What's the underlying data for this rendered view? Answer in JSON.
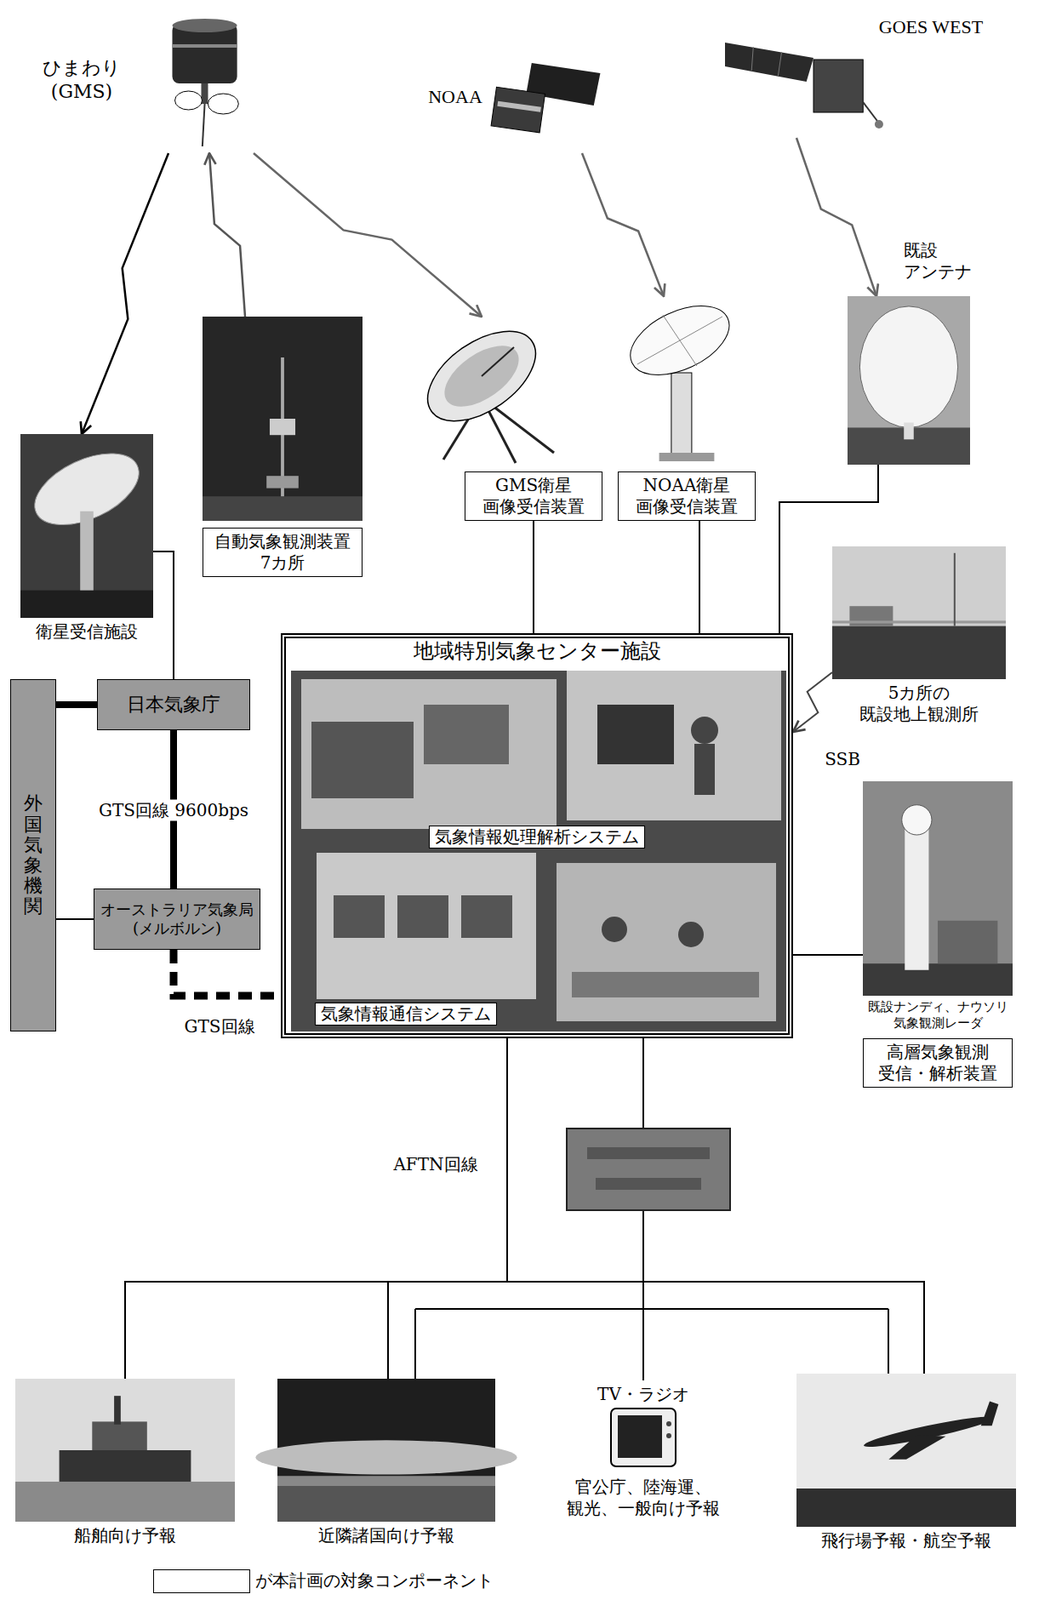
{
  "diagram": {
    "nodes": [
      {
        "text": [
          "ひまわり (GMS)"
        ]
      },
      {
        "text": [
          "NOAA"
        ]
      },
      {
        "text": [
          "GOES WEST"
        ]
      },
      {
        "text": [
          "既設 アンテナ"
        ]
      },
      {
        "text": [
          "自動気象観測装置 7カ所"
        ]
      },
      {
        "text": [
          "GMS衛星 画像受信装置"
        ]
      },
      {
        "text": [
          "NOAA衛星 画像受信装置"
        ]
      },
      {
        "text": [
          "衛星受信施設"
        ]
      },
      {
        "text": [
          "5カ所の 既設地上観測所"
        ]
      },
      {
        "text": [
          "地域特別気象センター施設"
        ]
      },
      {
        "text": [
          "気象情報処理解析システム"
        ],
        "in": 9
      },
      {
        "text": [
          "気象情報通信システム"
        ],
        "in": 9
      },
      {
        "text": [
          "外国気象機関"
        ]
      },
      {
        "text": [
          "日本気象庁"
        ]
      },
      {
        "text": [
          "オーストラリア気象局 (メルボルン)"
        ]
      },
      {
        "text": [
          "既設ナンディ、ナウソリ 気象観測レーダ",
          "高層気象観測 受信・解析装置"
        ]
      },
      {
        "text": [
          "船舶向け予報"
        ]
      },
      {
        "text": [
          "近隣諸国向け予報"
        ]
      },
      {
        "text": [
          "TV・ラジオ",
          "官公庁、陸海運、 観光、一般向け予報"
        ]
      },
      {
        "text": [
          "飛行場予報・航空予報"
        ]
      }
    ],
    "edges": [
      {
        "from": 0,
        "to": 7,
        "arrow": "to"
      },
      {
        "from": 4,
        "to": 0,
        "arrow": "to"
      },
      {
        "from": 0,
        "to": 5,
        "arrow": "to"
      },
      {
        "from": 1,
        "to": 6,
        "arrow": "to"
      },
      {
        "from": 2,
        "to": 3,
        "arrow": "to"
      },
      {
        "from": 7,
        "to": 13,
        "arrow": "none"
      },
      {
        "from": 13,
        "to": 12,
        "arrow": "none"
      },
      {
        "from": 13,
        "to": 14,
        "label": "GTS回線 9600bps",
        "arrow": "none"
      },
      {
        "from": 14,
        "to": 12,
        "arrow": "none"
      },
      {
        "from": 14,
        "to": 9,
        "label": "GTS回線",
        "arrow": "none"
      },
      {
        "from": 3,
        "to": 9,
        "arrow": "none"
      },
      {
        "from": 5,
        "to": 9,
        "arrow": "none"
      },
      {
        "from": 6,
        "to": 9,
        "arrow": "none"
      },
      {
        "from": 8,
        "to": 9,
        "label": "SSB",
        "arrow": "to"
      },
      {
        "from": 15,
        "to": 9,
        "arrow": "none"
      },
      {
        "from": 9,
        "to": 16,
        "arrow": "none"
      },
      {
        "from": 9,
        "to": 17,
        "arrow": "none"
      },
      {
        "from": 9,
        "to": 18,
        "arrow": "none"
      },
      {
        "from": 9,
        "to": 19,
        "arrow": "none"
      }
    ],
    "labels": [
      "AFTN回線"
    ],
    "legend": [
      {
        "text": "が本計画の対象コンポーネント",
        "color": "#ffffff"
      }
    ]
  }
}
